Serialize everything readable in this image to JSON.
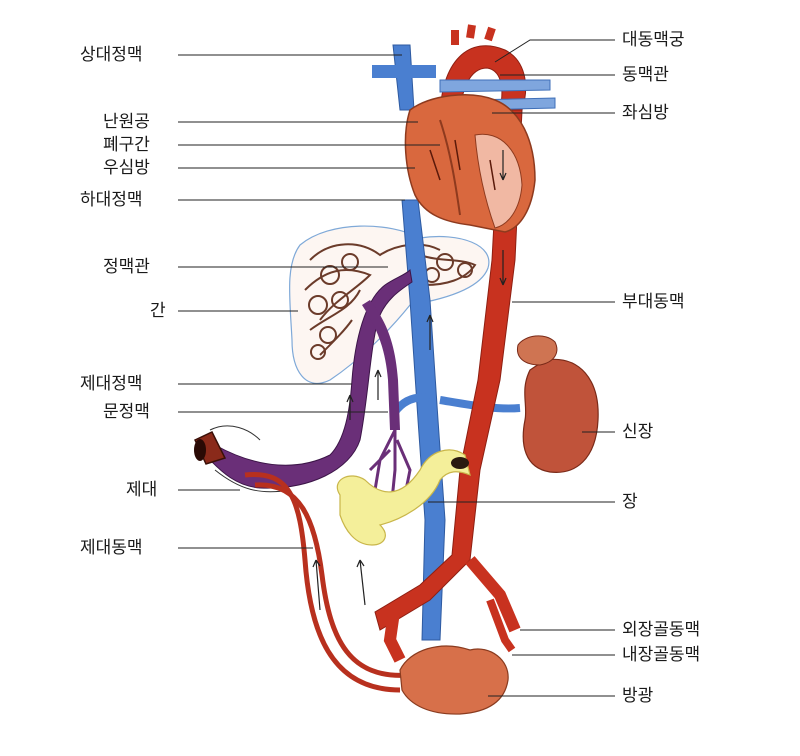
{
  "labels_left": {
    "superior_vena_cava": "상대정맥",
    "foramen_ovale": "난원공",
    "pulmonary_trunk": "폐구간",
    "right_atrium": "우심방",
    "inferior_vena_cava": "하대정맥",
    "ductus_venosus": "정맥관",
    "liver": "간",
    "umbilical_vein": "제대정맥",
    "portal_vein": "문정맥",
    "umbilical_cord": "제대",
    "umbilical_artery": "제대동맥"
  },
  "labels_right": {
    "aortic_arch": "대동맥궁",
    "ductus_arteriosus": "동맥관",
    "left_atrium": "좌심방",
    "descending_aorta": "부대동맥",
    "kidney": "신장",
    "intestine": "장",
    "external_iliac_artery": "외장골동맥",
    "internal_iliac_artery": "내장골동맥",
    "bladder": "방광"
  },
  "colors": {
    "vein_blue": "#4a7fd0",
    "artery_red": "#c8321f",
    "heart": "#d9683e",
    "liver_line": "#5b3a2a",
    "purple": "#6a2f78",
    "kidney": "#c0533a",
    "intestine": "#f4ef9a",
    "bladder": "#d7704a",
    "leader": "#222222"
  }
}
